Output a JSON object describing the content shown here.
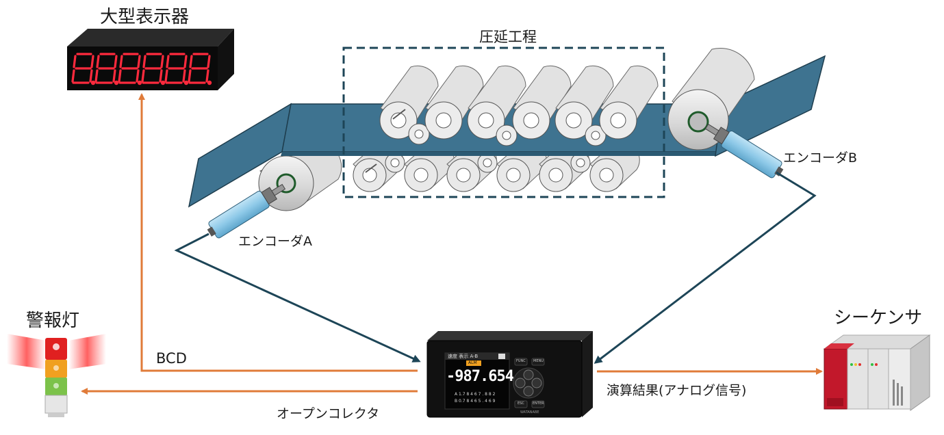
{
  "labels": {
    "big_display": "大型表示器",
    "rolling_process": "圧延工程",
    "encoder_a": "エンコーダA",
    "encoder_b": "エンコーダB",
    "warning_light": "警報灯",
    "sequencer": "シーケンサ",
    "bcd": "BCD",
    "open_collector": "オープンコレクタ",
    "calc_result": "演算結果(アナログ信号)"
  },
  "big_display_digits": "8.8.8.8.8.8.",
  "meter": {
    "header_text": "速度 表示 A-B",
    "header_badge": "ALM",
    "reading": "-987.654",
    "sub_line_1": "A 1.7 8 4 6 7 . 8 8 2",
    "sub_line_2": "B 0.7 8 4 6 5 . 4 6 9",
    "btn_func": "FUNC",
    "btn_menu": "MENU",
    "btn_esc": "ESC",
    "btn_enter": "ENTER",
    "brand": "WATANABE"
  },
  "colors": {
    "belt": "#3e7390",
    "belt_dark": "#2b5a73",
    "analog_arrow": "#e07b39",
    "signal_line": "#1d4557",
    "dashed_box": "#1d4557",
    "display_digits": "#ff2a3d",
    "encoder_body": "#8ec9e8",
    "sequencer_red": "#c2182b"
  },
  "icons": [
    "seven-segment-display-icon",
    "warning-tower-light-icon",
    "encoder-icon",
    "panel-meter-icon",
    "plc-sequencer-icon",
    "roller-icon"
  ]
}
